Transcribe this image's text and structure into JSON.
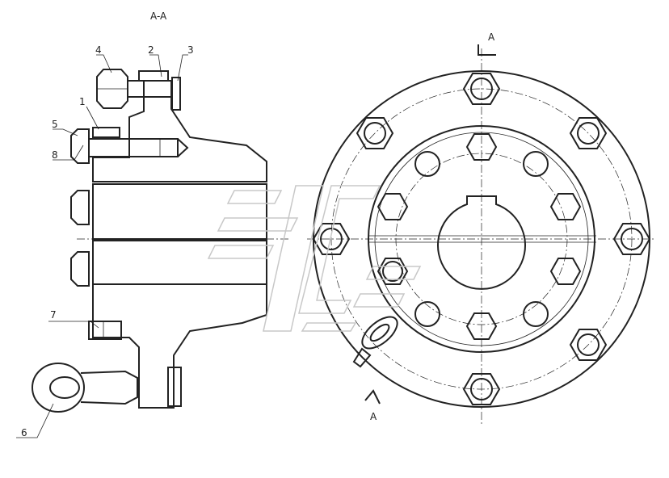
{
  "title": "A-A",
  "section_marks": {
    "top": "A",
    "bottom": "A"
  },
  "callouts": {
    "c1": "1",
    "c2": "2",
    "c3": "3",
    "c4": "4",
    "c5": "5",
    "c6": "6",
    "c7": "7",
    "c8": "8"
  },
  "colors": {
    "line": "#222222",
    "watermark": "#c8c8c8",
    "paper": "#ffffff"
  }
}
